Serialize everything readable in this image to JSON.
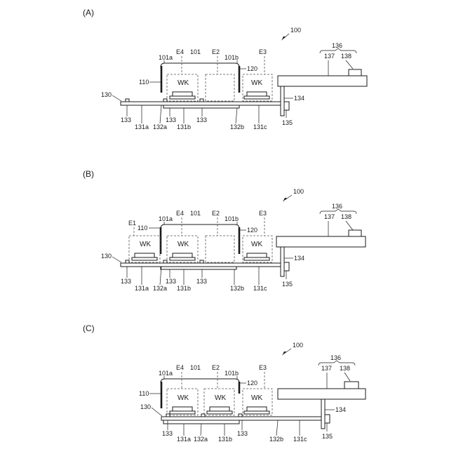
{
  "panels": [
    {
      "id": "A",
      "label": "(A)",
      "system": "100",
      "drive": "136",
      "drive_left": "137",
      "drive_right": "138",
      "slide": "134",
      "base": "135",
      "enclosure": "101",
      "enclosure_left": "101a",
      "enclosure_right": "101b",
      "door_left": "110",
      "door_right": "120",
      "rail": "130",
      "zones": [
        "E4",
        "E2",
        "E3"
      ],
      "workpiece": "WK",
      "bottom_labels": [
        "133",
        "131a",
        "132a",
        "133",
        "131b",
        "133",
        "132b",
        "131c"
      ]
    },
    {
      "id": "B",
      "label": "(B)",
      "system": "100",
      "drive": "136",
      "drive_left": "137",
      "drive_right": "138",
      "slide": "134",
      "base": "135",
      "enclosure": "101",
      "enclosure_left": "101a",
      "enclosure_right": "101b",
      "door_left": "110",
      "door_right": "120",
      "rail": "130",
      "zones": [
        "E1",
        "E4",
        "E2",
        "E3"
      ],
      "workpiece": "WK",
      "bottom_labels": [
        "133",
        "131a",
        "132a",
        "133",
        "131b",
        "133",
        "132b",
        "131c"
      ]
    },
    {
      "id": "C",
      "label": "(C)",
      "system": "100",
      "drive": "136",
      "drive_left": "137",
      "drive_right": "138",
      "slide": "134",
      "base": "135",
      "enclosure": "101",
      "enclosure_left": "101a",
      "enclosure_right": "101b",
      "door_left": "110",
      "door_right": "120",
      "rail": "130",
      "zones": [
        "E4",
        "E2",
        "E3"
      ],
      "workpiece": "WK",
      "bottom_labels": [
        "133",
        "131a",
        "132a",
        "131b",
        "133",
        "132b",
        "131c"
      ]
    }
  ]
}
